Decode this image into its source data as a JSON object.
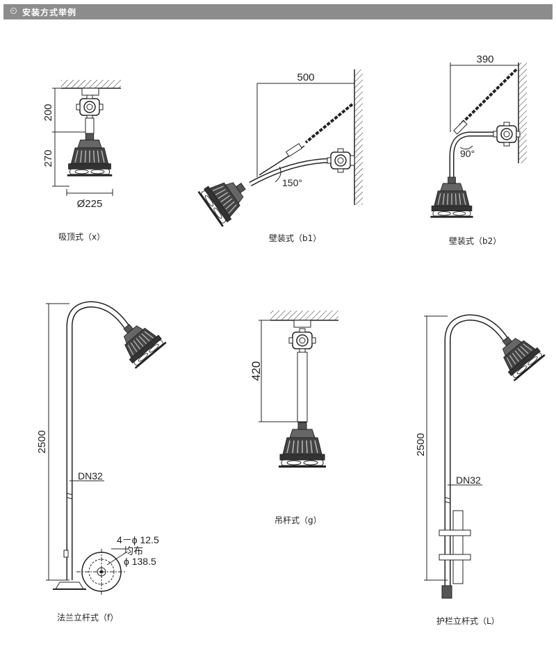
{
  "header": {
    "title": "安装方式举例"
  },
  "captions": {
    "ceiling": "吸顶式（x）",
    "wall_b1": "壁装式（b1）",
    "wall_b2": "壁装式（b2）",
    "flange_pole": "法兰立杆式（f）",
    "pendant": "吊杆式（g）",
    "rail_pole": "护栏立杆式（L）"
  },
  "dimensions": {
    "ceiling_h1": "200",
    "ceiling_h2": "270",
    "ceiling_dia": "Ø225",
    "wall_b1_w": "500",
    "wall_b1_angle": "150°",
    "wall_b2_w": "390",
    "wall_b2_angle": "90°",
    "flange_h": "2500",
    "flange_pipe": "DN32",
    "flange_holes": "4－ϕ 12.5",
    "flange_even": "均布",
    "flange_pcd": "ϕ 138.5",
    "pendant_h": "420",
    "rail_h": "2500",
    "rail_pipe": "DN32"
  },
  "colors": {
    "header": "#8c8c8c",
    "line": "#222222",
    "lamp": "#333333"
  }
}
